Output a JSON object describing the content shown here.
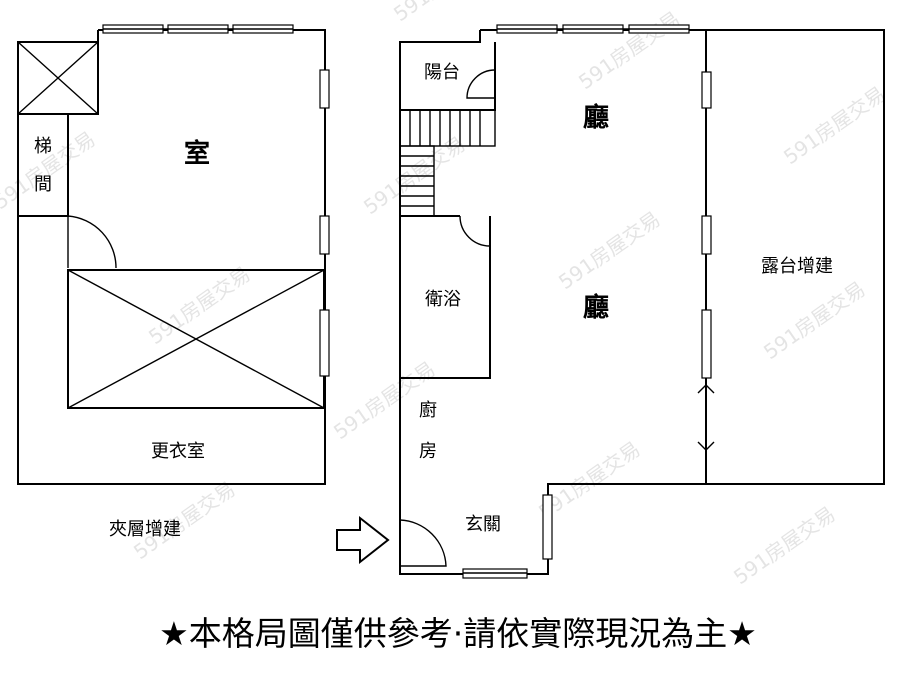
{
  "floor_plan": {
    "left_plan": {
      "title": "夾層增建",
      "rooms": {
        "room": "室",
        "stair": [
          "梯",
          "間"
        ],
        "closet": "更衣室"
      }
    },
    "right_plan": {
      "rooms": {
        "balcony": "陽台",
        "living_upper": "廳",
        "living_lower": "廳",
        "bathroom": "衛浴",
        "kitchen": [
          "廚",
          "房"
        ],
        "entrance": "玄關",
        "terrace": "露台增建"
      }
    },
    "disclaimer": "★本格局圖僅供參考·請依實際現況為主★",
    "watermark": "591房屋交易"
  }
}
